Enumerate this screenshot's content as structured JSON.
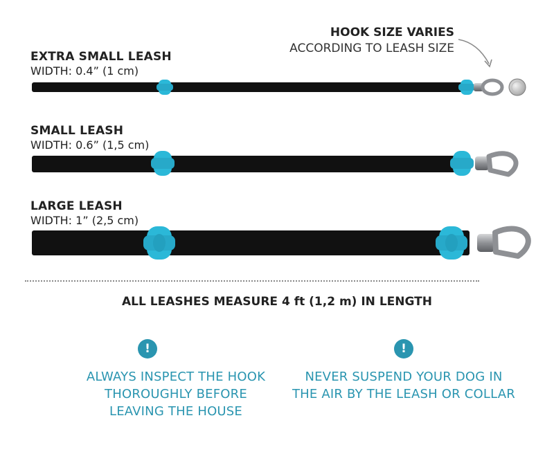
{
  "hook_note": {
    "line1": "HOOK SIZE VARIES",
    "line2": "ACCORDING TO LEASH SIZE"
  },
  "leashes": [
    {
      "title": "EXTRA SMALL LEASH",
      "width": "WIDTH: 0.4” (1 cm)"
    },
    {
      "title": "SMALL LEASH",
      "width": "WIDTH: 0.6” (1,5 cm)"
    },
    {
      "title": "LARGE LEASH",
      "width": "WIDTH: 1” (2,5 cm)"
    }
  ],
  "length_note": "ALL LEASHES MEASURE 4 ft (1,2 m) IN LENGTH",
  "warnings": [
    {
      "icon": "!",
      "lines": [
        "ALWAYS INSPECT THE HOOK",
        "THOROUGHLY BEFORE",
        "LEAVING THE HOUSE"
      ]
    },
    {
      "icon": "!",
      "lines": [
        "NEVER SUSPEND YOUR DOG IN",
        "THE AIR BY THE LEASH OR COLLAR"
      ]
    }
  ],
  "colors": {
    "strap": "#111111",
    "accent_clip": "#2bb8d8",
    "hook_metal": "#9a9ca0",
    "warning": "#2a95b0"
  }
}
